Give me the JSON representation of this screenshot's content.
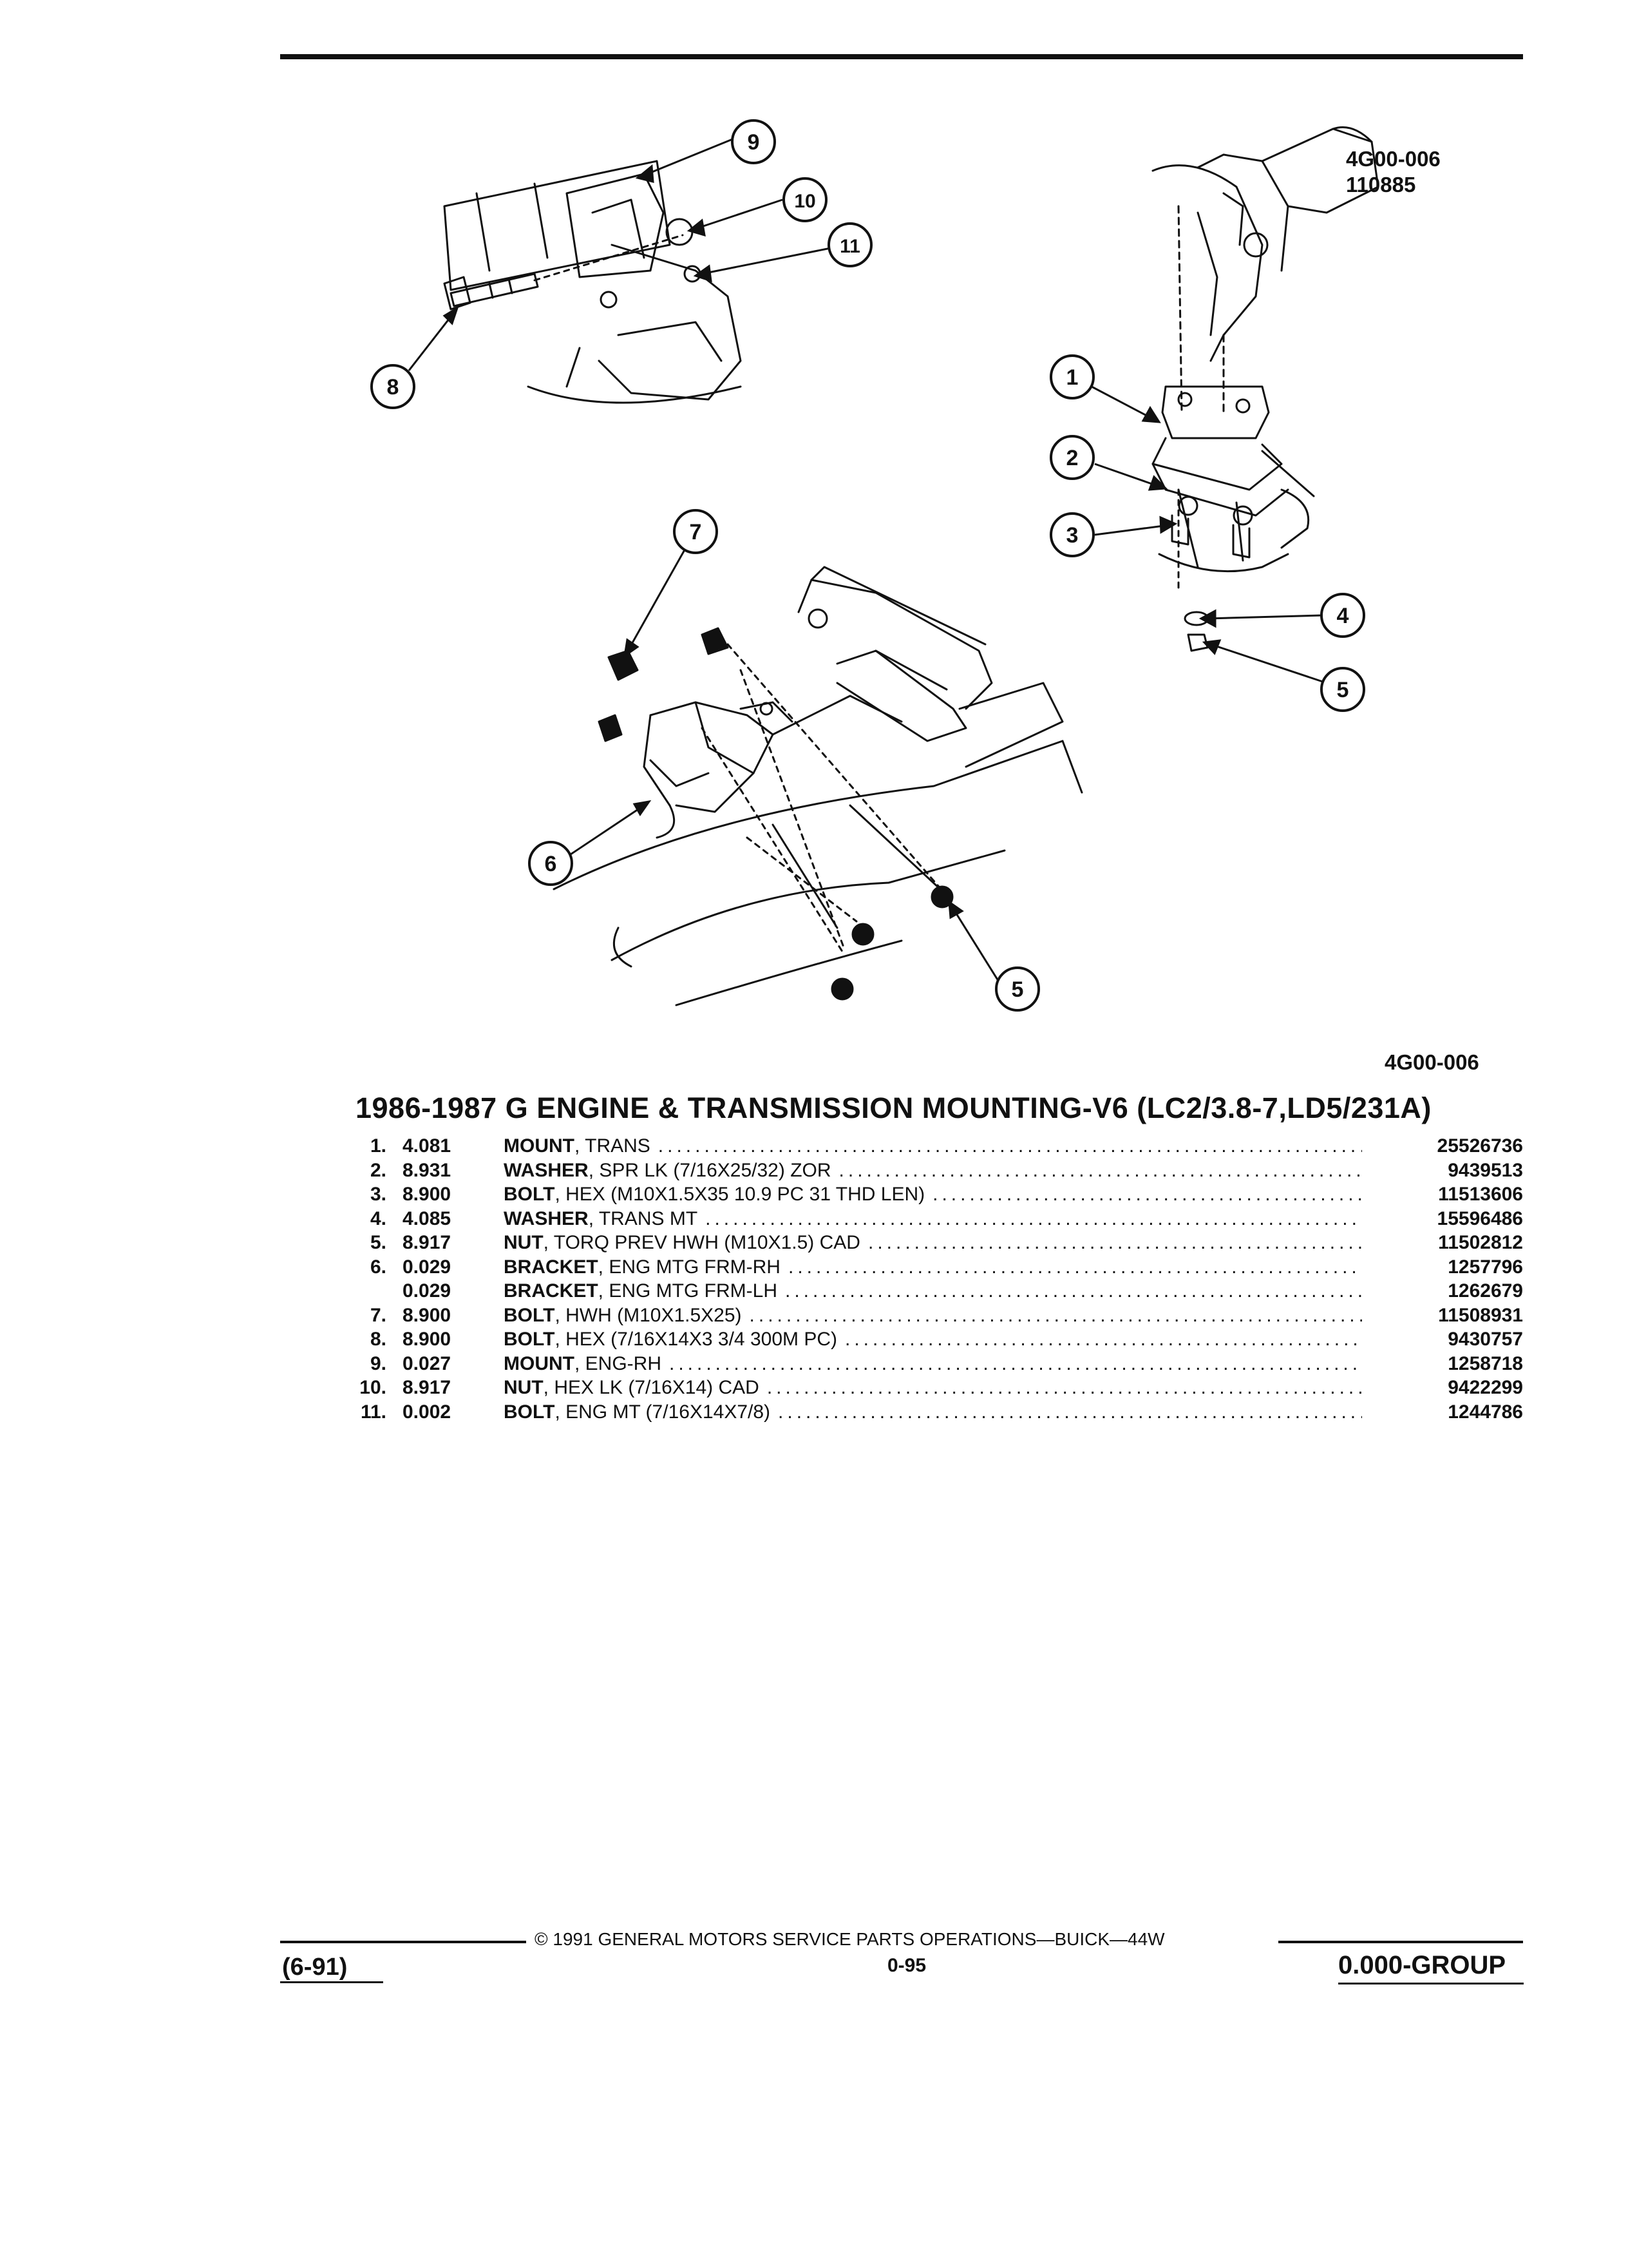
{
  "figure": {
    "ref_top": "4G00-006",
    "ref_date": "110885",
    "ref_bottom": "4G00-006",
    "callouts": [
      "1",
      "2",
      "3",
      "4",
      "5",
      "6",
      "7",
      "8",
      "9",
      "10",
      "11"
    ]
  },
  "title": "1986-1987 G ENGINE & TRANSMISSION MOUNTING-V6 (LC2/3.8-7,LD5/231A)",
  "parts": [
    {
      "num": "1.",
      "group": "4.081",
      "name": "MOUNT",
      "detail": ", TRANS",
      "part_no": "25526736"
    },
    {
      "num": "2.",
      "group": "8.931",
      "name": "WASHER",
      "detail": ", SPR LK (7/16X25/32) ZOR",
      "part_no": "9439513"
    },
    {
      "num": "3.",
      "group": "8.900",
      "name": "BOLT",
      "detail": ", HEX (M10X1.5X35 10.9 PC 31 THD LEN)",
      "part_no": "11513606"
    },
    {
      "num": "4.",
      "group": "4.085",
      "name": "WASHER",
      "detail": ", TRANS MT",
      "part_no": "15596486"
    },
    {
      "num": "5.",
      "group": "8.917",
      "name": "NUT",
      "detail": ", TORQ PREV HWH (M10X1.5) CAD",
      "part_no": "11502812"
    },
    {
      "num": "6.",
      "group": "0.029",
      "name": "BRACKET",
      "detail": ", ENG MTG FRM-RH",
      "part_no": "1257796"
    },
    {
      "num": "",
      "group": "0.029",
      "name": "BRACKET",
      "detail": ", ENG MTG FRM-LH",
      "part_no": "1262679"
    },
    {
      "num": "7.",
      "group": "8.900",
      "name": "BOLT",
      "detail": ", HWH (M10X1.5X25)",
      "part_no": "11508931"
    },
    {
      "num": "8.",
      "group": "8.900",
      "name": "BOLT",
      "detail": ", HEX (7/16X14X3 3/4 300M PC)",
      "part_no": "9430757"
    },
    {
      "num": "9.",
      "group": "0.027",
      "name": "MOUNT",
      "detail": ", ENG-RH",
      "part_no": "1258718"
    },
    {
      "num": "10.",
      "group": "8.917",
      "name": "NUT",
      "detail": ", HEX LK (7/16X14) CAD",
      "part_no": "9422299"
    },
    {
      "num": "11.",
      "group": "0.002",
      "name": "BOLT",
      "detail": ", ENG MT (7/16X14X7/8)",
      "part_no": "1244786"
    }
  ],
  "footer": {
    "copyright": "© 1991 GENERAL MOTORS SERVICE PARTS OPERATIONS—BUICK—44W",
    "page": "0-95",
    "date": "(6-91)",
    "group": "0.000-GROUP"
  }
}
